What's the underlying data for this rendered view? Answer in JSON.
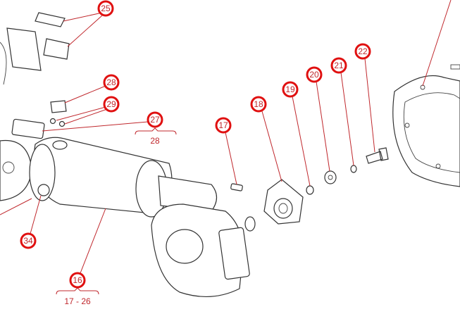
{
  "diagram": {
    "callouts": {
      "c25": "25",
      "c28": "28",
      "c29": "29",
      "c27": "27",
      "c17": "17",
      "c18": "18",
      "c19": "19",
      "c20": "20",
      "c21": "21",
      "c22": "22",
      "c34": "34",
      "c16": "16"
    },
    "groups": {
      "g27": "28",
      "g16": "17 - 26"
    },
    "colors": {
      "callout": "#e01010",
      "leader": "#c0282d",
      "lineart": "#333333"
    }
  }
}
